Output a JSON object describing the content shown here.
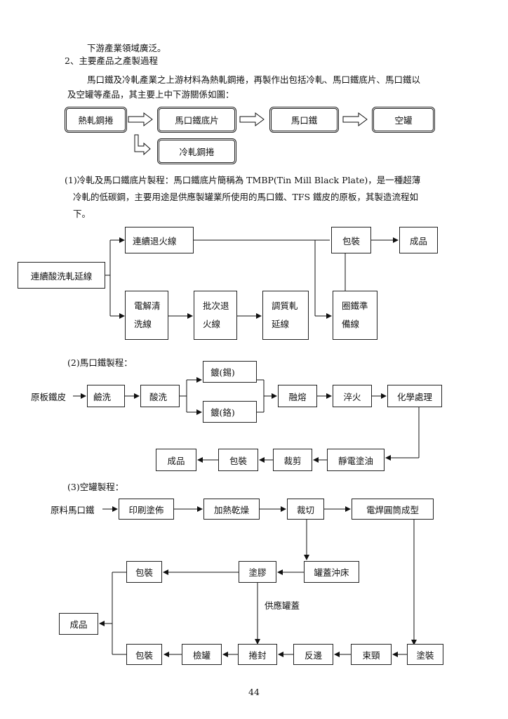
{
  "doc": {
    "line1": "下游產業領域廣泛。",
    "heading2": "2、主要產品之產製過程",
    "para1": "馬口鐵及冷軋產業之上游材料為熱軋鋼捲，再製作出包括冷軋、馬口鐵底片、馬口鐵以",
    "para2": "及空罐等產品，其主要上中下游關係如圖：",
    "sec1_l1": "(1)冷軋及馬口鐵底片製程：馬口鐵底片簡稱為 TMBP(Tin Mill Black Plate)，是一種超薄",
    "sec1_l2": "冷軋的低碳鋼，主要用途是供應製罐業所使用的馬口鐵、TFS 鐵皮的原板，其製造流程如",
    "sec1_l3": "下。",
    "sec2_title": "(2)馬口鐵製程：",
    "sec3_title": "(3)空罐製程：",
    "page_number": "44"
  },
  "chain": {
    "hot_coil": "熱軋鋼捲",
    "tmbp": "馬口鐵底片",
    "tinplate": "馬口鐵",
    "can": "空罐",
    "cold_coil": "冷軋鋼捲"
  },
  "flow1": {
    "pickling": "連續酸洗軋延線",
    "annealing": "連續退火線",
    "packing": "包裝",
    "product": "成品",
    "electro_a": "電解清",
    "electro_b": "洗線",
    "batch_a": "批次退",
    "batch_b": "火線",
    "temper_a": "調質軋",
    "temper_b": "延線",
    "coil_a": "圈鐵準",
    "coil_b": "備線"
  },
  "flow2": {
    "input": "原板鐵皮",
    "alkali": "鹼洗",
    "acid": "酸洗",
    "tin": "鍍(錫)",
    "chrome": "鍍(鉻)",
    "reflow": "融熔",
    "quench": "淬火",
    "chem": "化學處理",
    "oil": "靜電塗油",
    "shear": "裁剪",
    "pack": "包裝",
    "product": "成品"
  },
  "flow3": {
    "input": "原料馬口鐵",
    "print": "印刷塗佈",
    "dry": "加熱乾燥",
    "cut": "裁切",
    "weld": "電焊圓筒成型",
    "lid_press": "罐蓋沖床",
    "glue": "塗膠",
    "pack_top": "包裝",
    "supply": "供應罐蓋",
    "product": "成品",
    "pack_bottom": "包裝",
    "inspect": "檢罐",
    "seam": "捲封",
    "flange": "反邊",
    "neck": "束頸",
    "coat": "塗裝"
  }
}
